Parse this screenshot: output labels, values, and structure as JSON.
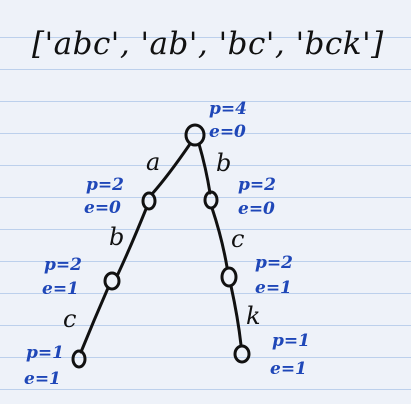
{
  "title": "['abc', 'ab', 'bc', 'bck']",
  "nodes": [
    {
      "id": "root",
      "p": "p=4",
      "e": "e=0"
    },
    {
      "id": "a",
      "p": "p=2",
      "e": "e=0"
    },
    {
      "id": "ab",
      "p": "p=2",
      "e": "e=1"
    },
    {
      "id": "abc",
      "p": "p=1",
      "e": "e=1"
    },
    {
      "id": "b",
      "p": "p=2",
      "e": "e=0"
    },
    {
      "id": "bc",
      "p": "p=2",
      "e": "e=1"
    },
    {
      "id": "bck",
      "p": "p=1",
      "e": "e=1"
    }
  ],
  "edges": [
    {
      "from": "root",
      "to": "a",
      "label": "a"
    },
    {
      "from": "a",
      "to": "ab",
      "label": "b"
    },
    {
      "from": "ab",
      "to": "abc",
      "label": "c"
    },
    {
      "from": "root",
      "to": "b",
      "label": "b"
    },
    {
      "from": "b",
      "to": "bc",
      "label": "c"
    },
    {
      "from": "bc",
      "to": "bck",
      "label": "k"
    }
  ],
  "colors": {
    "ink": "#111111",
    "count_ink": "#1f47b8",
    "paper": "#eef2f9",
    "rule": "#bcd0ec"
  }
}
